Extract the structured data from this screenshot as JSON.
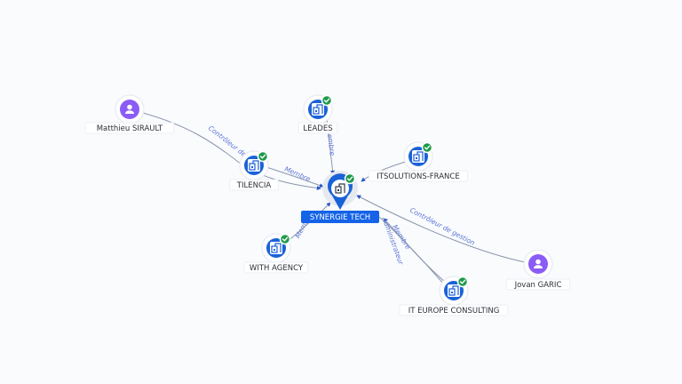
{
  "center": {
    "name": "SYNERGIE TECH",
    "icon": "building-icon",
    "verified": true
  },
  "nodes": [
    {
      "id": "matthieu",
      "name": "Matthieu SIRAULT",
      "kind": "person",
      "icon": "person-icon",
      "verified": false
    },
    {
      "id": "leades",
      "name": "LEADES",
      "kind": "company",
      "icon": "building-icon",
      "verified": true
    },
    {
      "id": "itsolutions",
      "name": "ITSOLUTIONS-FRANCE",
      "kind": "company",
      "icon": "building-icon",
      "verified": true
    },
    {
      "id": "tilencia",
      "name": "TILENCIA",
      "kind": "company",
      "icon": "building-icon",
      "verified": true
    },
    {
      "id": "withagency",
      "name": "WITH AGENCY",
      "kind": "company",
      "icon": "building-icon",
      "verified": true
    },
    {
      "id": "iteurope",
      "name": "IT EUROPE CONSULTING",
      "kind": "company",
      "icon": "building-icon",
      "verified": true
    },
    {
      "id": "jovan",
      "name": "Jovan GARIC",
      "kind": "person",
      "icon": "person-icon",
      "verified": false
    }
  ],
  "edges": [
    {
      "from": "matthieu",
      "to": "center",
      "label": "Contrôleur des"
    },
    {
      "from": "leades",
      "to": "center",
      "label": "Membre"
    },
    {
      "from": "itsolutions",
      "to": "center",
      "label": ""
    },
    {
      "from": "tilencia",
      "to": "center",
      "label": "Membre"
    },
    {
      "from": "withagency",
      "to": "center",
      "label": "Membre"
    },
    {
      "from": "iteurope",
      "to": "center",
      "label": "Membre"
    },
    {
      "from": "iteurope",
      "to": "center",
      "label": "Administrateur"
    },
    {
      "from": "jovan",
      "to": "center",
      "label": "Contrôleur de gestion"
    }
  ],
  "colors": {
    "company": "#1a62d8",
    "person": "#8a5cf5",
    "verified": "#1e9a4b",
    "main_label_bg": "#1463e8",
    "edge": "#8a96ad",
    "edge_label": "#5a74d6"
  }
}
